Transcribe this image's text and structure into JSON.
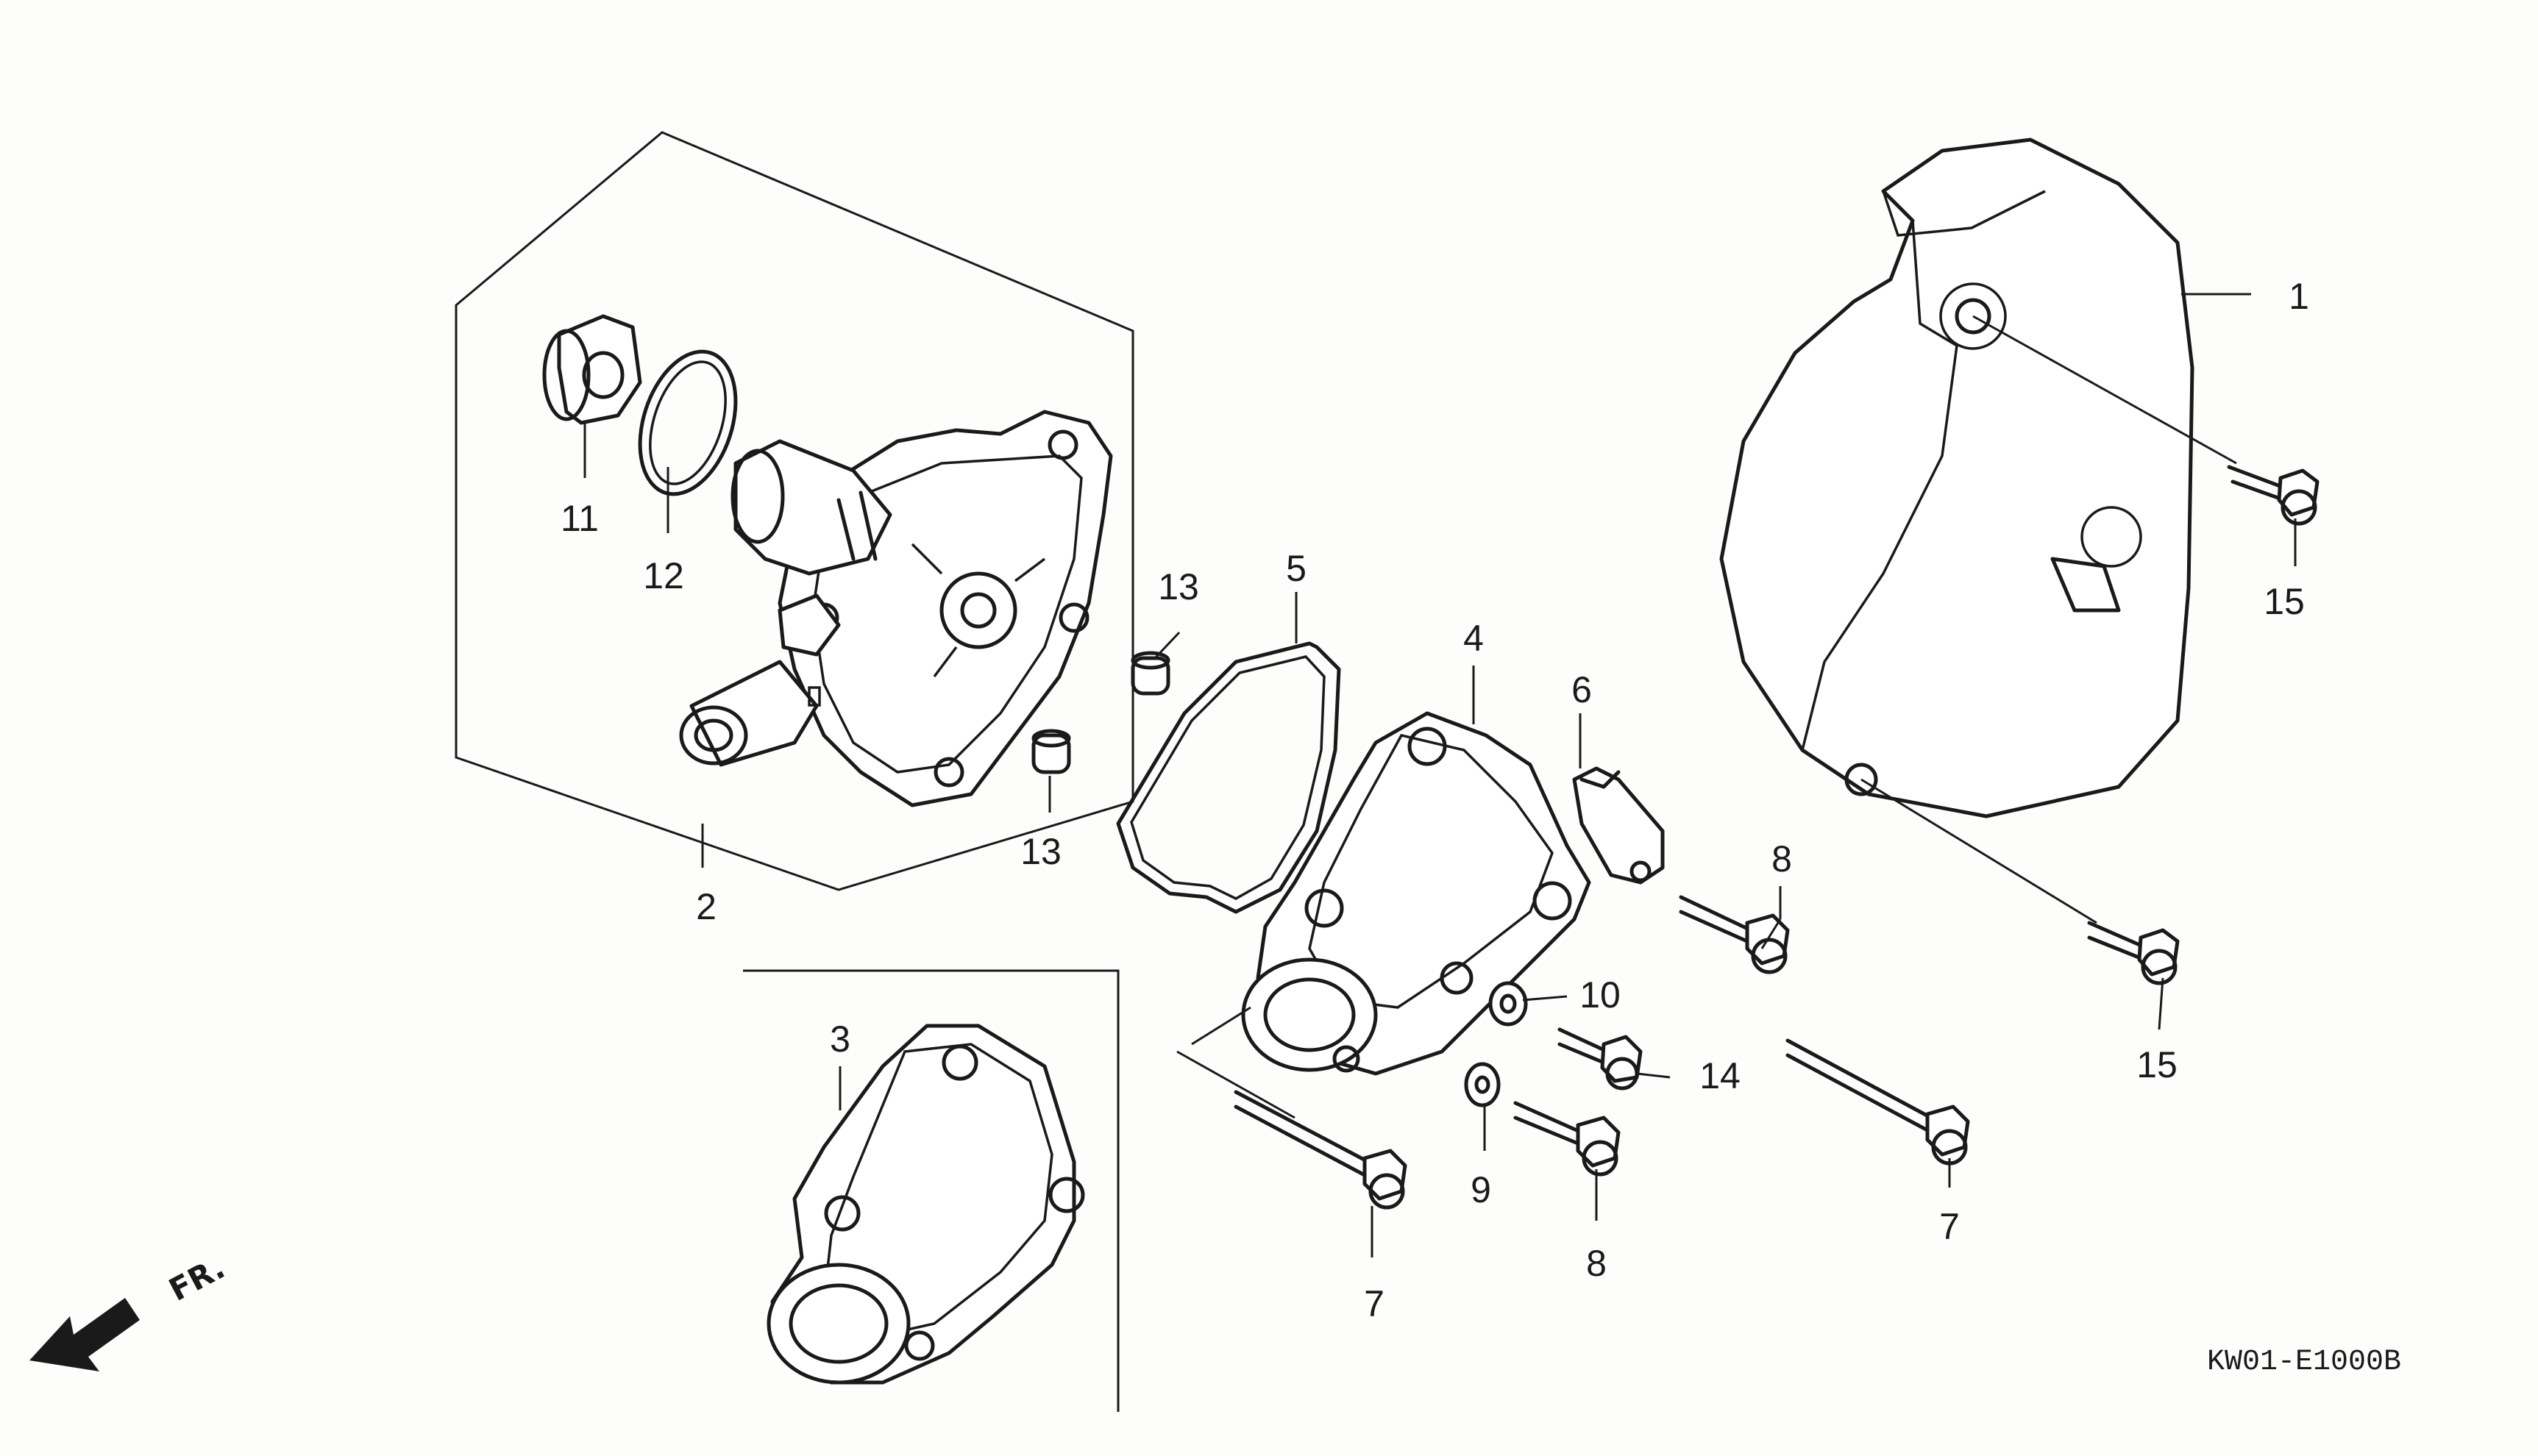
{
  "callouts": {
    "p1": "1",
    "p2": "2",
    "p3": "3",
    "p4": "4",
    "p5": "5",
    "p6": "6",
    "p7a": "7",
    "p7b": "7",
    "p8a": "8",
    "p8b": "8",
    "p9": "9",
    "p10": "10",
    "p11": "11",
    "p12": "12",
    "p13a": "13",
    "p13b": "13",
    "p14": "14",
    "p15a": "15",
    "p15b": "15"
  },
  "direction_label": "FR.",
  "figure_code": "KW01-E1000B",
  "icons": {
    "front_arrow": "arrow-left-down-icon"
  }
}
